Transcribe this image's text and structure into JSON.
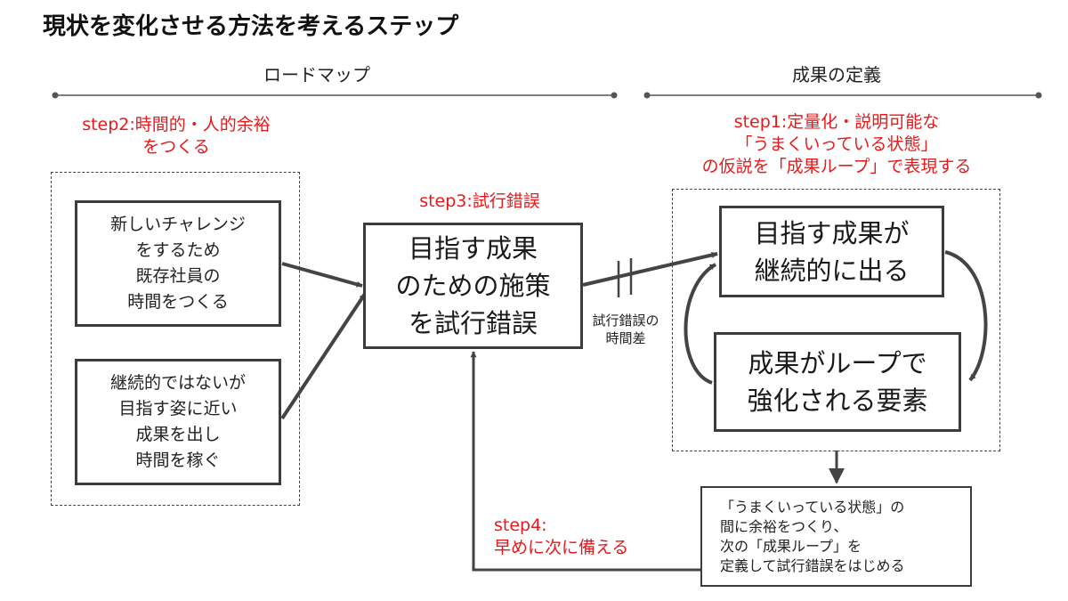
{
  "title": "現状を変化させる方法を考えるステップ",
  "sections": {
    "roadmap": "ロードマップ",
    "definition": "成果の定義"
  },
  "steps": {
    "step2": [
      "step2:時間的・人的余裕",
      "をつくる"
    ],
    "step3": "step3:試行錯誤",
    "step1": [
      "step1:定量化・説明可能な",
      "「うまくいっている状態」",
      "の仮説を「成果ループ」で表現する"
    ],
    "step4": [
      "step4:",
      "早めに次に備える"
    ]
  },
  "boxes": {
    "challenge": [
      "新しいチャレンジ",
      "をするため",
      "既存社員の",
      "時間をつくる"
    ],
    "quickwin": [
      "継続的ではないが",
      "目指す姿に近い",
      "成果を出し",
      "時間を稼ぐ"
    ],
    "trial": [
      "目指す成果",
      "のための施策",
      "を試行錯誤"
    ],
    "outcome": [
      "目指す成果が",
      "継続的に出る"
    ],
    "reinforce": [
      "成果がループで",
      "強化される要素"
    ],
    "next": [
      "「うまくいっている状態」の",
      "間に余裕をつくり、",
      "次の「成果ループ」を",
      "定義して試行錯誤をはじめる"
    ]
  },
  "lag_note": [
    "試行錯誤の",
    "時間差"
  ]
}
